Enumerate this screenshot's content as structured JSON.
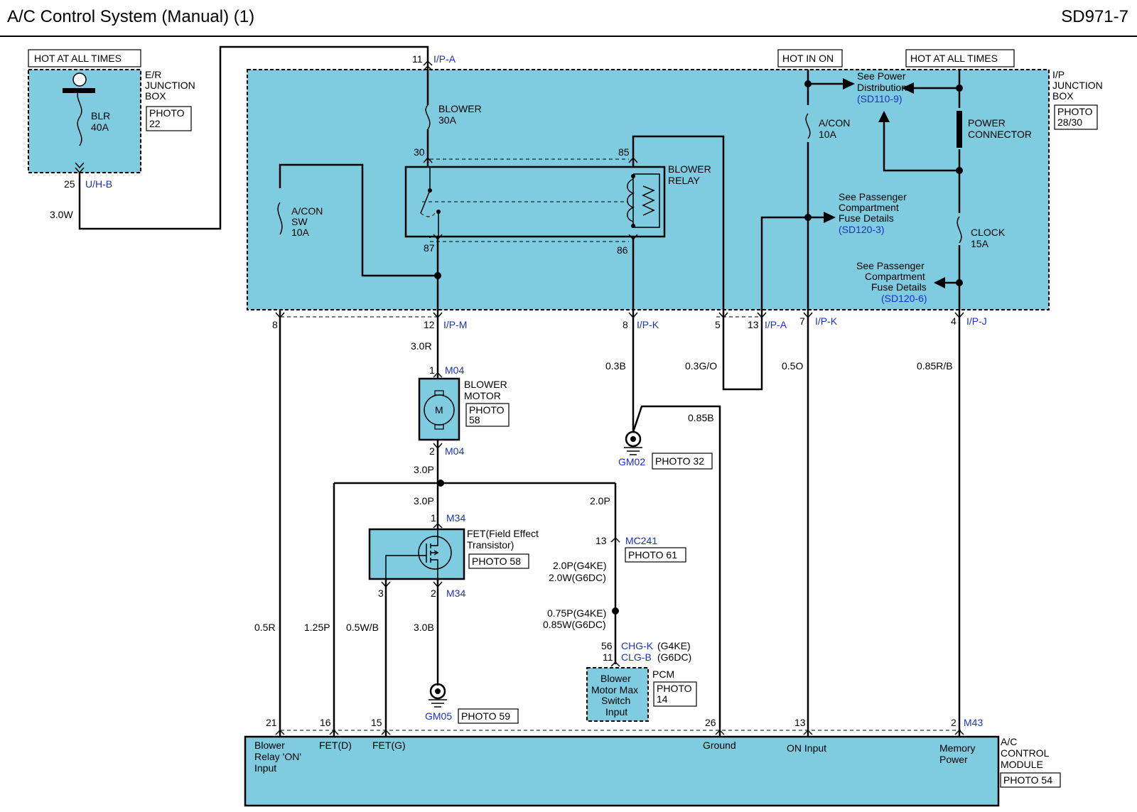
{
  "header": {
    "title": "A/C Control System (Manual) (1)",
    "code": "SD971-7"
  },
  "labels": {
    "hot_all_1": "HOT AT ALL TIMES",
    "hot_in_on": "HOT IN ON",
    "hot_all_2": "HOT AT ALL TIMES",
    "er_box": [
      "E/R",
      "JUNCTION",
      "BOX"
    ],
    "photo22": [
      "PHOTO",
      "22"
    ],
    "blr": [
      "BLR",
      "40A"
    ],
    "pin25": "25",
    "uhb": "U/H-B",
    "w30w": "3.0W",
    "pin11": "11",
    "ipa1": "I/P-A",
    "blower30a": [
      "BLOWER",
      "30A"
    ],
    "pin30": "30",
    "pin85": "85",
    "pin87": "87",
    "pin86": "86",
    "blower_relay": [
      "BLOWER",
      "RELAY"
    ],
    "acon_sw": [
      "A/CON",
      "SW",
      "10A"
    ],
    "acon10": [
      "A/CON",
      "10A"
    ],
    "see_pd": [
      "See Power",
      "Distribution"
    ],
    "sd110": "(SD110-9)",
    "power_conn": [
      "POWER",
      "CONNECTOR"
    ],
    "ip_box": [
      "I/P",
      "JUNCTION",
      "BOX"
    ],
    "photo2830": [
      "PHOTO",
      "28/30"
    ],
    "see_pcf1": [
      "See Passenger",
      "Compartment",
      "Fuse Details"
    ],
    "sd1203": "(SD120-3)",
    "clock": [
      "CLOCK",
      "15A"
    ],
    "see_pcf2": [
      "See Passenger",
      "Compartment",
      "Fuse Details"
    ],
    "sd1206": "(SD120-6)",
    "pin8a": "8",
    "pin12": "12",
    "ipm": "I/P-M",
    "pin8b": "8",
    "ipk1": "I/P-K",
    "pin5": "5",
    "pin13a": "13",
    "ipa2": "I/P-A",
    "pin7": "7",
    "ipk2": "I/P-K",
    "pin4": "4",
    "ipj": "I/P-J",
    "w30r": "3.0R",
    "pin1m": "1",
    "m04a": "M04",
    "blower_motor": [
      "BLOWER",
      "MOTOR"
    ],
    "photo58a": [
      "PHOTO",
      "58"
    ],
    "motor_m": "M",
    "pin2m": "2",
    "m04b": "M04",
    "w03b": "0.3B",
    "w03go": "0.3G/O",
    "w05o": "0.5O",
    "w085rb": "0.85R/B",
    "gm02": "GM02",
    "photo32": "PHOTO 32",
    "w085b": "0.85B",
    "w30p_a": "3.0P",
    "w30p_b": "3.0P",
    "w20p": "2.0P",
    "pin1f": "1",
    "m34a": "M34",
    "fet": [
      "FET(Field Effect",
      "Transistor)"
    ],
    "photo58b": "PHOTO 58",
    "pin13b": "13",
    "mc241": "MC241",
    "photo61": "PHOTO 61",
    "w20pg": [
      "2.0P(G4KE)",
      "2.0W(G6DC)"
    ],
    "w075": [
      "0.75P(G4KE)",
      "0.85W(G6DC)"
    ],
    "pin3f": "3",
    "pin2f": "2",
    "m34b": "M34",
    "pin56": "56",
    "chgk": "CHG-K",
    "g4ke": "(G4KE)",
    "pin11b": "11",
    "clgb": "CLG-B",
    "g6dc": "(G6DC)",
    "pcm": "PCM",
    "pcm_box": [
      "Blower",
      "Motor Max",
      "Switch",
      "Input"
    ],
    "photo14": [
      "PHOTO",
      "14"
    ],
    "w05r": "0.5R",
    "w125p": "1.25P",
    "w05wb": "0.5W/B",
    "w30b": "3.0B",
    "gm05": "GM05",
    "photo59": "PHOTO 59",
    "pin21": "21",
    "pin16": "16",
    "pin15": "15",
    "pin26": "26",
    "pin13c": "13",
    "pin2c": "2",
    "m43": "M43",
    "acm_in1": [
      "Blower",
      "Relay 'ON'",
      "Input"
    ],
    "acm_in2": "FET(D)",
    "acm_in3": "FET(G)",
    "acm_gnd": "Ground",
    "acm_on": "ON Input",
    "acm_mem": [
      "Memory",
      "Power"
    ],
    "acm": [
      "A/C",
      "CONTROL",
      "MODULE"
    ],
    "photo54": "PHOTO 54"
  }
}
